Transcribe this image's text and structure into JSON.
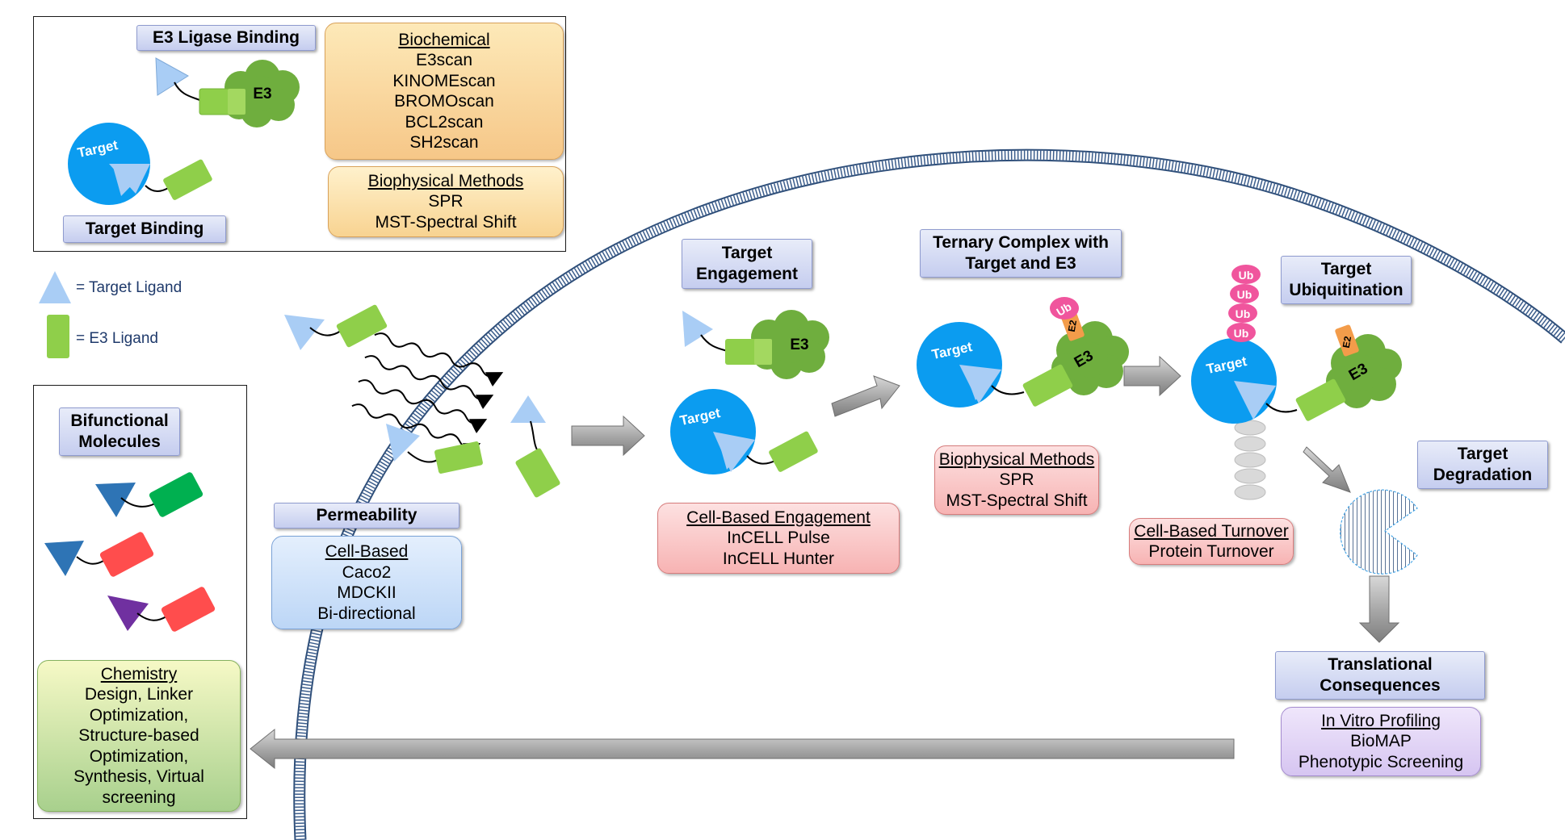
{
  "top_panel": {
    "e3_ligase_binding": "E3 Ligase Binding",
    "target_binding": "Target Binding",
    "biochemical": {
      "heading": "Biochemical",
      "items": [
        "E3scan",
        "KINOMEscan",
        "BROMOscan",
        "BCL2scan",
        "SH2scan"
      ]
    },
    "biophysical": {
      "heading": "Biophysical Methods",
      "items": [
        "SPR",
        "MST-Spectral Shift"
      ]
    }
  },
  "legend": {
    "target_ligand": "= Target Ligand",
    "e3_ligand": "= E3 Ligand"
  },
  "bifunctional_panel": {
    "title_line1": "Bifunctional",
    "title_line2": "Molecules",
    "chemistry": {
      "heading": "Chemistry",
      "lines": [
        "Design, Linker",
        "Optimization,",
        "Structure-based",
        "Optimization,",
        "Synthesis, Virtual",
        "screening"
      ]
    }
  },
  "permeability": {
    "title": "Permeability",
    "box": {
      "heading": "Cell-Based",
      "items": [
        "Caco2",
        "MDCKII",
        "Bi-directional"
      ]
    }
  },
  "target_engagement": {
    "title_line1": "Target",
    "title_line2": "Engagement",
    "box": {
      "heading": "Cell-Based Engagement",
      "items": [
        "InCELL Pulse",
        "InCELL Hunter"
      ]
    }
  },
  "ternary_complex": {
    "title_line1": "Ternary Complex with",
    "title_line2": "Target and E3",
    "box": {
      "heading": "Biophysical Methods",
      "items": [
        "SPR",
        "MST-Spectral Shift"
      ]
    }
  },
  "ubiquitination": {
    "title_line1": "Target",
    "title_line2": "Ubiquitination",
    "box": {
      "heading": "Cell-Based Turnover",
      "items": [
        "Protein Turnover"
      ]
    }
  },
  "degradation": {
    "title_line1": "Target",
    "title_line2": "Degradation"
  },
  "translational": {
    "title_line1": "Translational",
    "title_line2": "Consequences",
    "box": {
      "heading": "In Vitro Profiling",
      "items": [
        "BioMAP",
        "Phenotypic Screening"
      ]
    }
  },
  "glyph_labels": {
    "e3": "E3",
    "target": "Target",
    "ub": "Ub",
    "e2": "E2"
  },
  "colors": {
    "target_blue": "#0b9cf0",
    "ligand_blue": "#a9cdf5",
    "e3_green": "#6fae3e",
    "e3_ligand_green": "#8fcf4a",
    "ub_pink": "#f0559d",
    "e2_orange": "#f39c4a"
  }
}
